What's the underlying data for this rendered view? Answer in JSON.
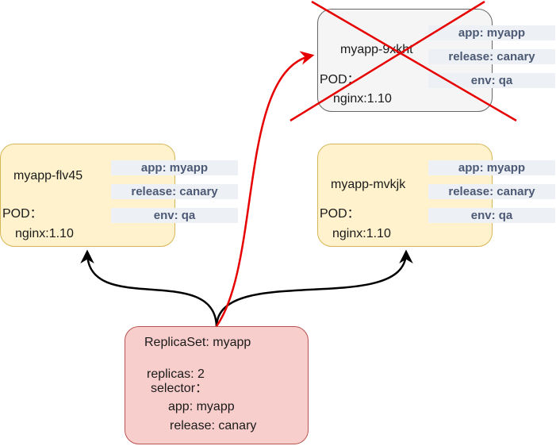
{
  "pods": {
    "deleted": {
      "name": "myapp-9xkht",
      "kind": "POD：",
      "image": "nginx:1.10",
      "labels": [
        "app: myapp",
        "release: canary",
        "env: qa"
      ]
    },
    "left": {
      "name": "myapp-flv45",
      "kind": "POD：",
      "image": "nginx:1.10",
      "labels": [
        "app: myapp",
        "release: canary",
        "env: qa"
      ]
    },
    "right": {
      "name": "myapp-mvkjk",
      "kind": "POD：",
      "image": "nginx:1.10",
      "labels": [
        "app: myapp",
        "release: canary",
        "env: qa"
      ]
    }
  },
  "replicaset": {
    "title": "ReplicaSet: myapp",
    "replicas": "replicas: 2",
    "selector": "selector：",
    "selector_app": "app: myapp",
    "selector_release": "release: canary"
  },
  "colors": {
    "pod_fill": "#fff2cc",
    "pod_border": "#d6b656",
    "deleted_fill": "#f5f5f5",
    "rs_fill": "#f8cecc",
    "rs_border": "#b85450",
    "label_fill": "#edf0f5",
    "label_text": "#4d5a75",
    "delete_cross": "#e60000",
    "arrow_black": "#000000",
    "arrow_red": "#e60000"
  }
}
